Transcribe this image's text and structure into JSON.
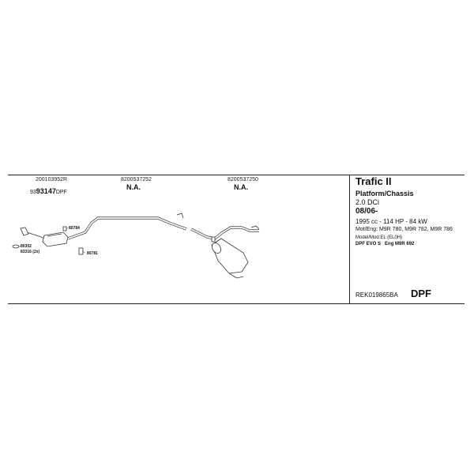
{
  "parts": [
    {
      "oem": "200103952R",
      "code_prefix": "93",
      "code_main": "93147",
      "code_suffix": "DPF"
    },
    {
      "oem": "8200537252",
      "code": "N.A."
    },
    {
      "oem": "8200537250",
      "code": "N.A."
    }
  ],
  "callouts": {
    "c1": "80784",
    "c2": "80781",
    "c3": "80302",
    "c4": "83316 (2x)"
  },
  "vehicle": {
    "model": "Trafic II",
    "body": "Platform/Chassis",
    "engine": "2.0 DCi",
    "date": "08/06-",
    "power": "1995 cc - 114 HP - 84 kW",
    "mot_eng": "Mot/Eng: M9R 780, M9R 782, M9R 786",
    "model_mod": "Model/Mod:EL (EL0H)",
    "dpf_evo": "DPF EVO S",
    "eng_code": "Eng M9R 692"
  },
  "footer": {
    "ref": "REK019865BA",
    "badge": "DPF"
  }
}
